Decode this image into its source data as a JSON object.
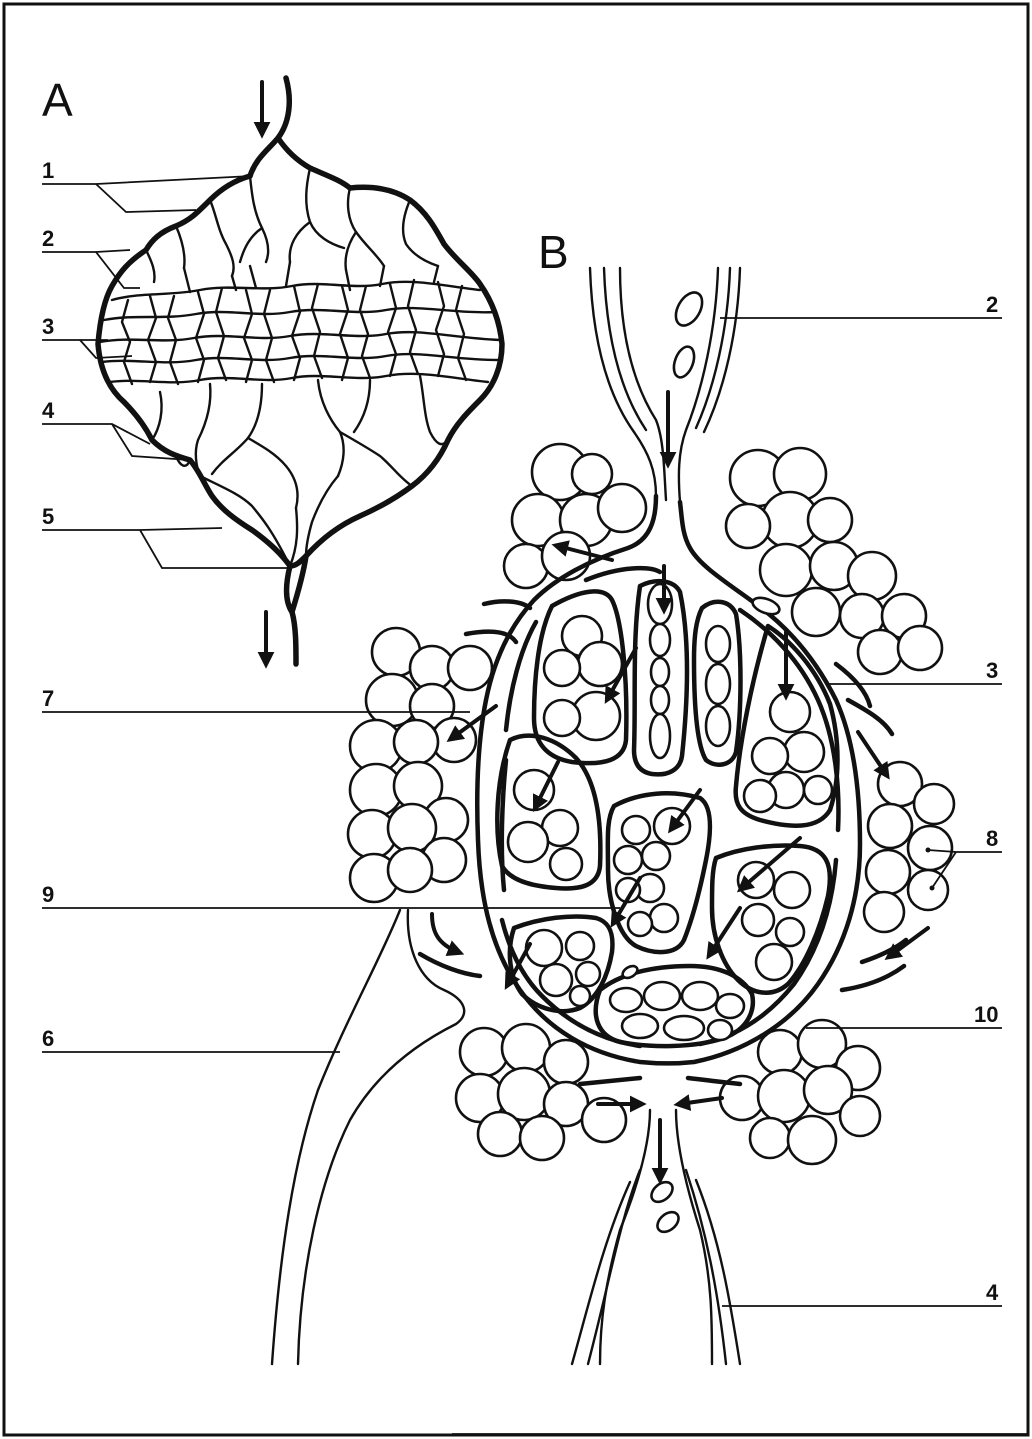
{
  "panels": {
    "a": "A",
    "b": "B"
  },
  "labels_a": [
    "1",
    "2",
    "3",
    "4",
    "5"
  ],
  "labels_b": {
    "l2": "2",
    "l3": "3",
    "l4": "4",
    "l6": "6",
    "l7": "7",
    "l8": "8",
    "l9": "9",
    "l10": "10"
  }
}
